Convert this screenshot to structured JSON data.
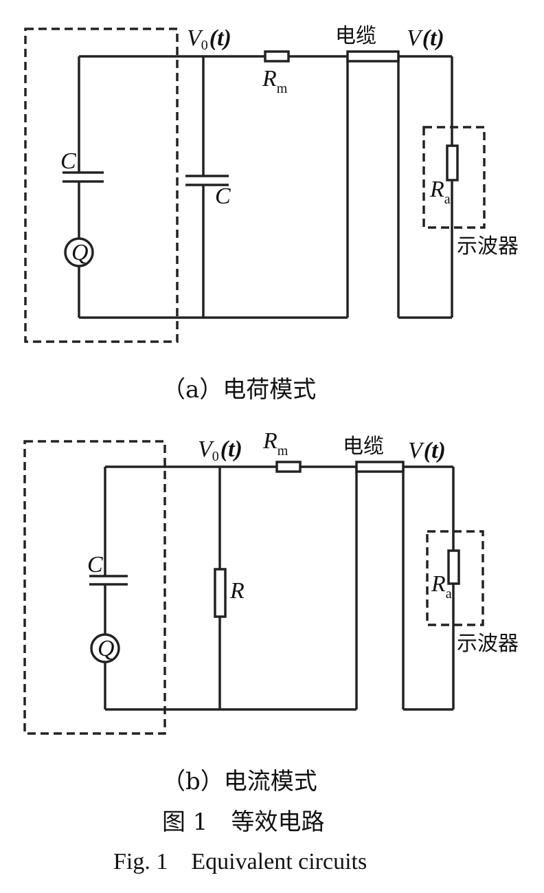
{
  "diagram_a": {
    "v0_symbol": "V",
    "v0_sub": "0",
    "v0_arg": "(t)",
    "rm_symbol": "R",
    "rm_sub": "m",
    "cable_label": "电缆",
    "v_symbol": "V",
    "v_arg": "(t)",
    "c_source_label": "C",
    "c_shunt_label": "C",
    "q_label": "Q",
    "ra_symbol": "R",
    "ra_sub": "a",
    "scope_label": "示波器",
    "caption": "（a）电荷模式"
  },
  "diagram_b": {
    "v0_symbol": "V",
    "v0_sub": "0",
    "v0_arg": "(t)",
    "rm_symbol": "R",
    "rm_sub": "m",
    "cable_label": "电缆",
    "v_symbol": "V",
    "v_arg": "(t)",
    "c_source_label": "C",
    "r_shunt_label": "R",
    "q_label": "Q",
    "ra_symbol": "R",
    "ra_sub": "a",
    "scope_label": "示波器",
    "caption": "（b）电流模式"
  },
  "figure": {
    "caption_cn": "图 1　等效电路",
    "caption_en": "Fig. 1　Equivalent circuits"
  }
}
